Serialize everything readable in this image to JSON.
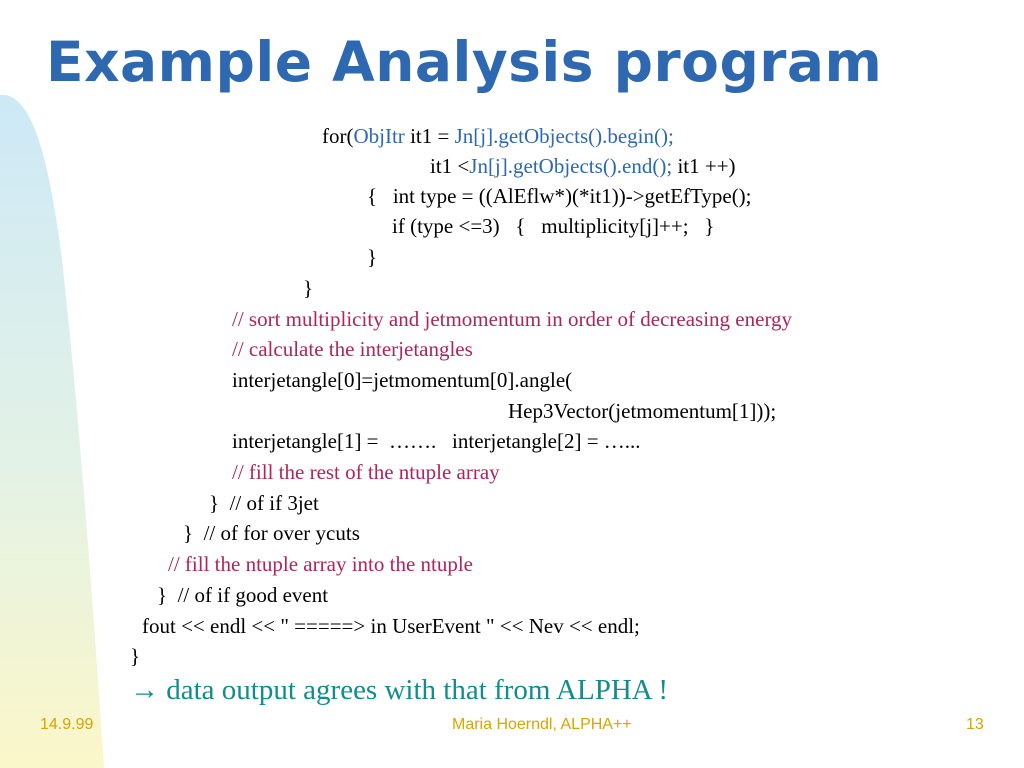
{
  "slide": {
    "title": "Example Analysis program",
    "code_lines": [
      {
        "parts": [
          {
            "text": "for("
          },
          {
            "text": "ObjItr",
            "blue": true
          },
          {
            "text": " it1 = "
          },
          {
            "text": "Jn[j].getObjects().begin();",
            "blue": true
          }
        ]
      },
      {
        "parts": [
          {
            "text": "it1 <"
          },
          {
            "text": "Jn[j].getObjects().end();",
            "blue": true
          },
          {
            "text": " it1 ++)"
          }
        ]
      },
      {
        "parts": [
          {
            "text": "{   int type = ((AlEflw*)(*it1))->getEfType();"
          }
        ]
      },
      {
        "parts": [
          {
            "text": "if (type <=3)   {   multiplicity[j]++;   }"
          }
        ]
      },
      {
        "parts": [
          {
            "text": "}"
          }
        ]
      },
      {
        "parts": [
          {
            "text": "}"
          }
        ]
      },
      {
        "parts": [
          {
            "text": "// sort multiplicity and jetmomentum in order of decreasing energy"
          }
        ],
        "comment": true
      },
      {
        "parts": [
          {
            "text": "// calculate the interjetangles"
          }
        ],
        "comment": true
      },
      {
        "parts": [
          {
            "text": "interjetangle[0]=jetmomentum[0].angle("
          }
        ]
      },
      {
        "parts": [
          {
            "text": "Hep3Vector(jetmomentum[1]));"
          }
        ]
      },
      {
        "parts": [
          {
            "text": "interjetangle[1] =  …….   interjetangle[2] = …..."
          }
        ]
      },
      {
        "parts": [
          {
            "text": "// fill the rest of the ntuple array"
          }
        ],
        "comment": true
      },
      {
        "parts": [
          {
            "text": "}  // of if 3jet"
          }
        ]
      },
      {
        "parts": [
          {
            "text": "}  // of for over ycuts"
          }
        ]
      },
      {
        "parts": [
          {
            "text": "// fill the ntuple array into the ntuple"
          }
        ],
        "comment": true
      },
      {
        "parts": [
          {
            "text": "}  // of if good event"
          }
        ]
      },
      {
        "parts": [
          {
            "text": "fout << endl << \" =====> in UserEvent \" << Nev << endl;"
          }
        ]
      },
      {
        "parts": [
          {
            "text": "}"
          }
        ]
      }
    ],
    "conclusion": "→ data output agrees with that from ALPHA !"
  },
  "footer": {
    "date": "14.9.99",
    "author": "Maria Hoerndl, ALPHA++",
    "page_number": "13"
  },
  "colors": {
    "title": "#2d68b0",
    "code_highlight": "#2d68b0",
    "comment": "#b0245a",
    "conclusion": "#138c8c",
    "footer": "#d9a400",
    "background_wave_light": "#cde9f7",
    "background_wave_yellow": "#fbf7c9"
  }
}
